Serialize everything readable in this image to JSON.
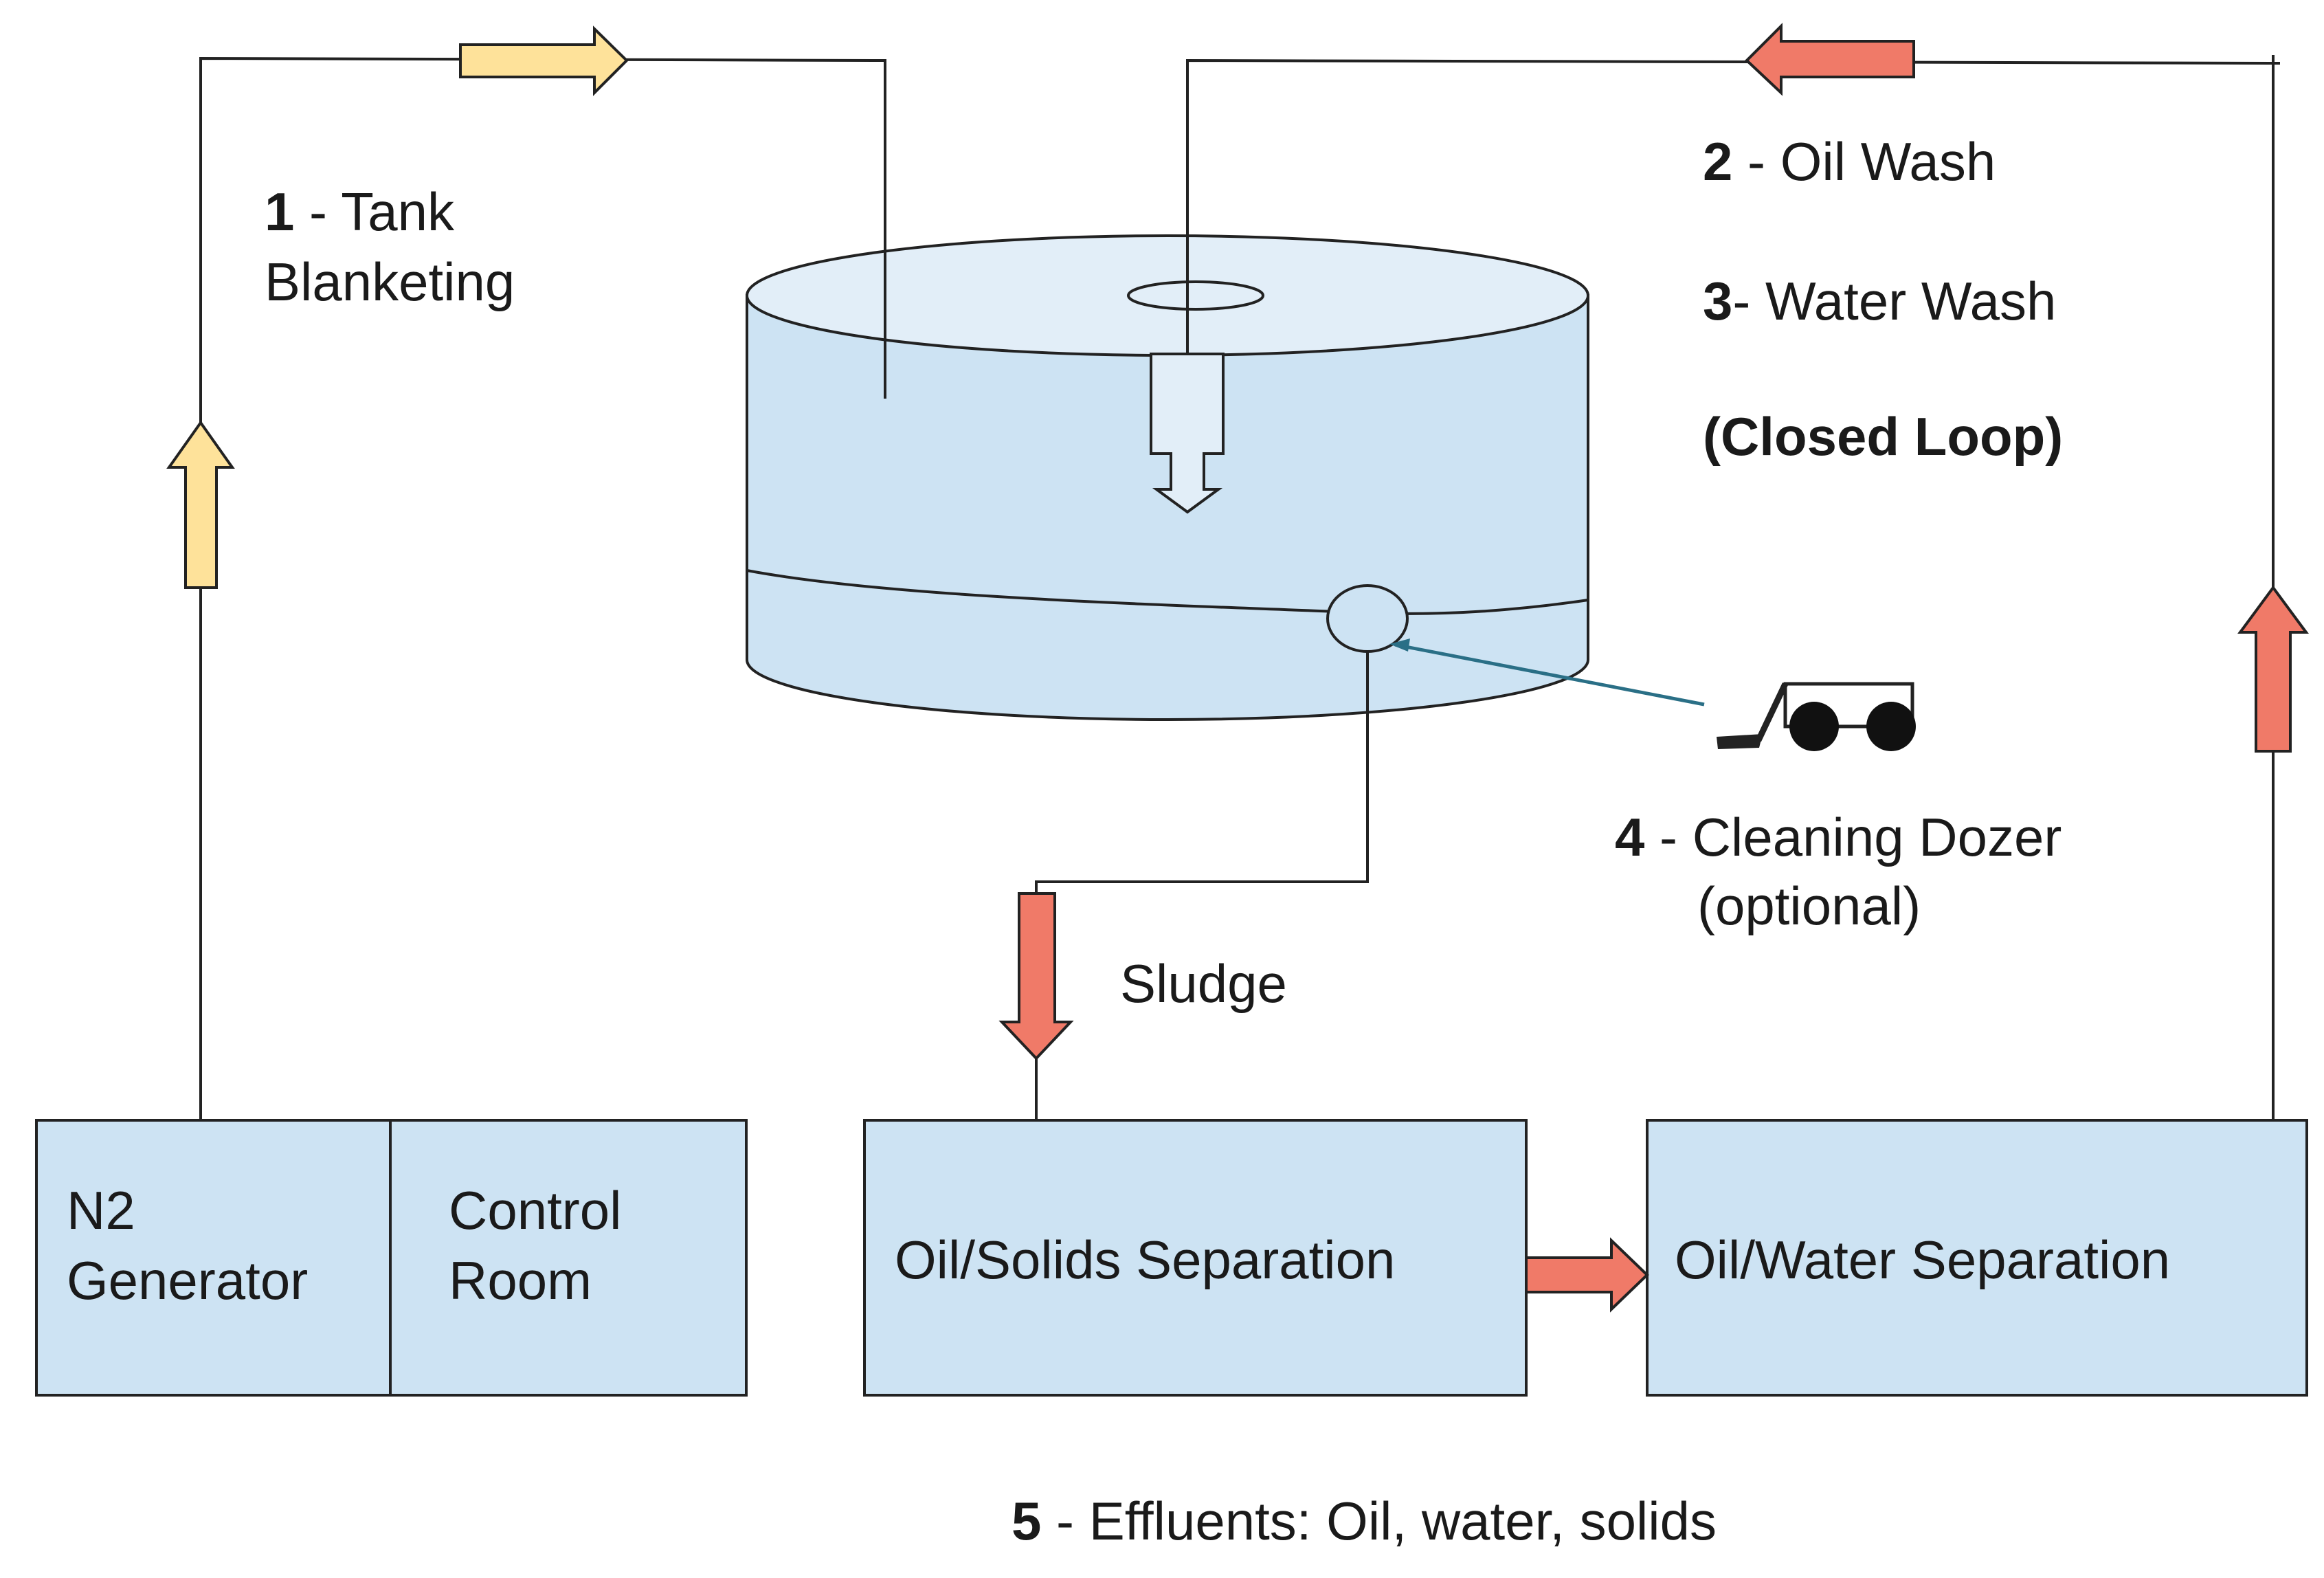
{
  "colors": {
    "box_fill": "#cde3f3",
    "tank_body": "#cde3f3",
    "tank_top": "#e2eef8",
    "nitrogen_arrow": "#fee29a",
    "fluid_arrow": "#f07a68",
    "pointer_line": "#2a6f86",
    "outline": "#222222"
  },
  "labels": {
    "tank_blanketing": {
      "num": "1",
      "text": " - Tank",
      "line2": "Blanketing"
    },
    "oil_wash": {
      "num": "2",
      "text": " - Oil Wash"
    },
    "water_wash": {
      "num": "3",
      "text": "- Water Wash"
    },
    "closed_loop": "(Closed Loop)",
    "cleaning_dozer": {
      "num": "4",
      "text": " - Cleaning Dozer",
      "line2": "(optional)"
    },
    "sludge": "Sludge",
    "effluents": {
      "num": "5",
      "text": " - Effluents: Oil, water, solids"
    }
  },
  "boxes": {
    "n2_generator": {
      "line1": "N2",
      "line2": "Generator"
    },
    "control_room": {
      "line1": "Control",
      "line2": "Room"
    },
    "oil_solids": "Oil/Solids Separation",
    "oil_water": "Oil/Water Separation"
  },
  "icons": {
    "tank": "storage-tank-icon",
    "dozer": "cleaning-dozer-icon"
  }
}
